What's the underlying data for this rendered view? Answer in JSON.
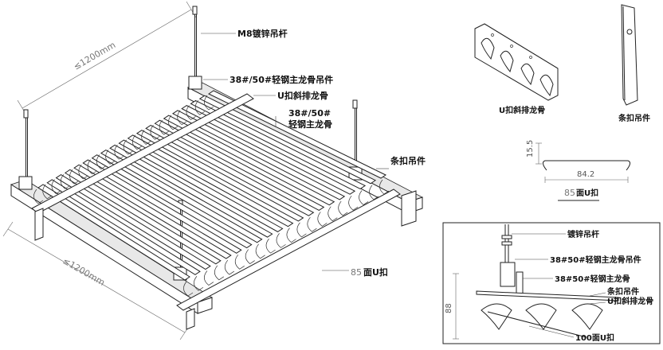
{
  "iso": {
    "dim_back": "≤1200mm",
    "dim_front": "≤1200mm",
    "rod_label": "M8镀锌吊杆",
    "hanger_label": "38#/50#轻钢主龙骨吊件",
    "ubuckle_label": "U扣斜排龙骨",
    "keel_label_line1": "38#/50#",
    "keel_label_line2": "轻钢主龙骨",
    "strip_hanger_label": "条扣吊件",
    "panel_label_num": "85",
    "panel_label_text": "面U扣"
  },
  "top_right": {
    "ubuckle_caption": "U扣斜排龙骨",
    "strip_caption": "条扣吊件",
    "dim_height": "15.5",
    "dim_width": "84.2",
    "panel_num": "85",
    "panel_text": "面U扣"
  },
  "section": {
    "rod_label": "镀锌吊杆",
    "hanger_label": "38#50#轻钢主龙骨吊件",
    "keel_label": "38#50#轻钢主龙骨",
    "strip_label": "条扣吊件",
    "ubuckle_label": "U扣斜排龙骨",
    "height_dim": "88",
    "panel_label": "100面U扣"
  }
}
